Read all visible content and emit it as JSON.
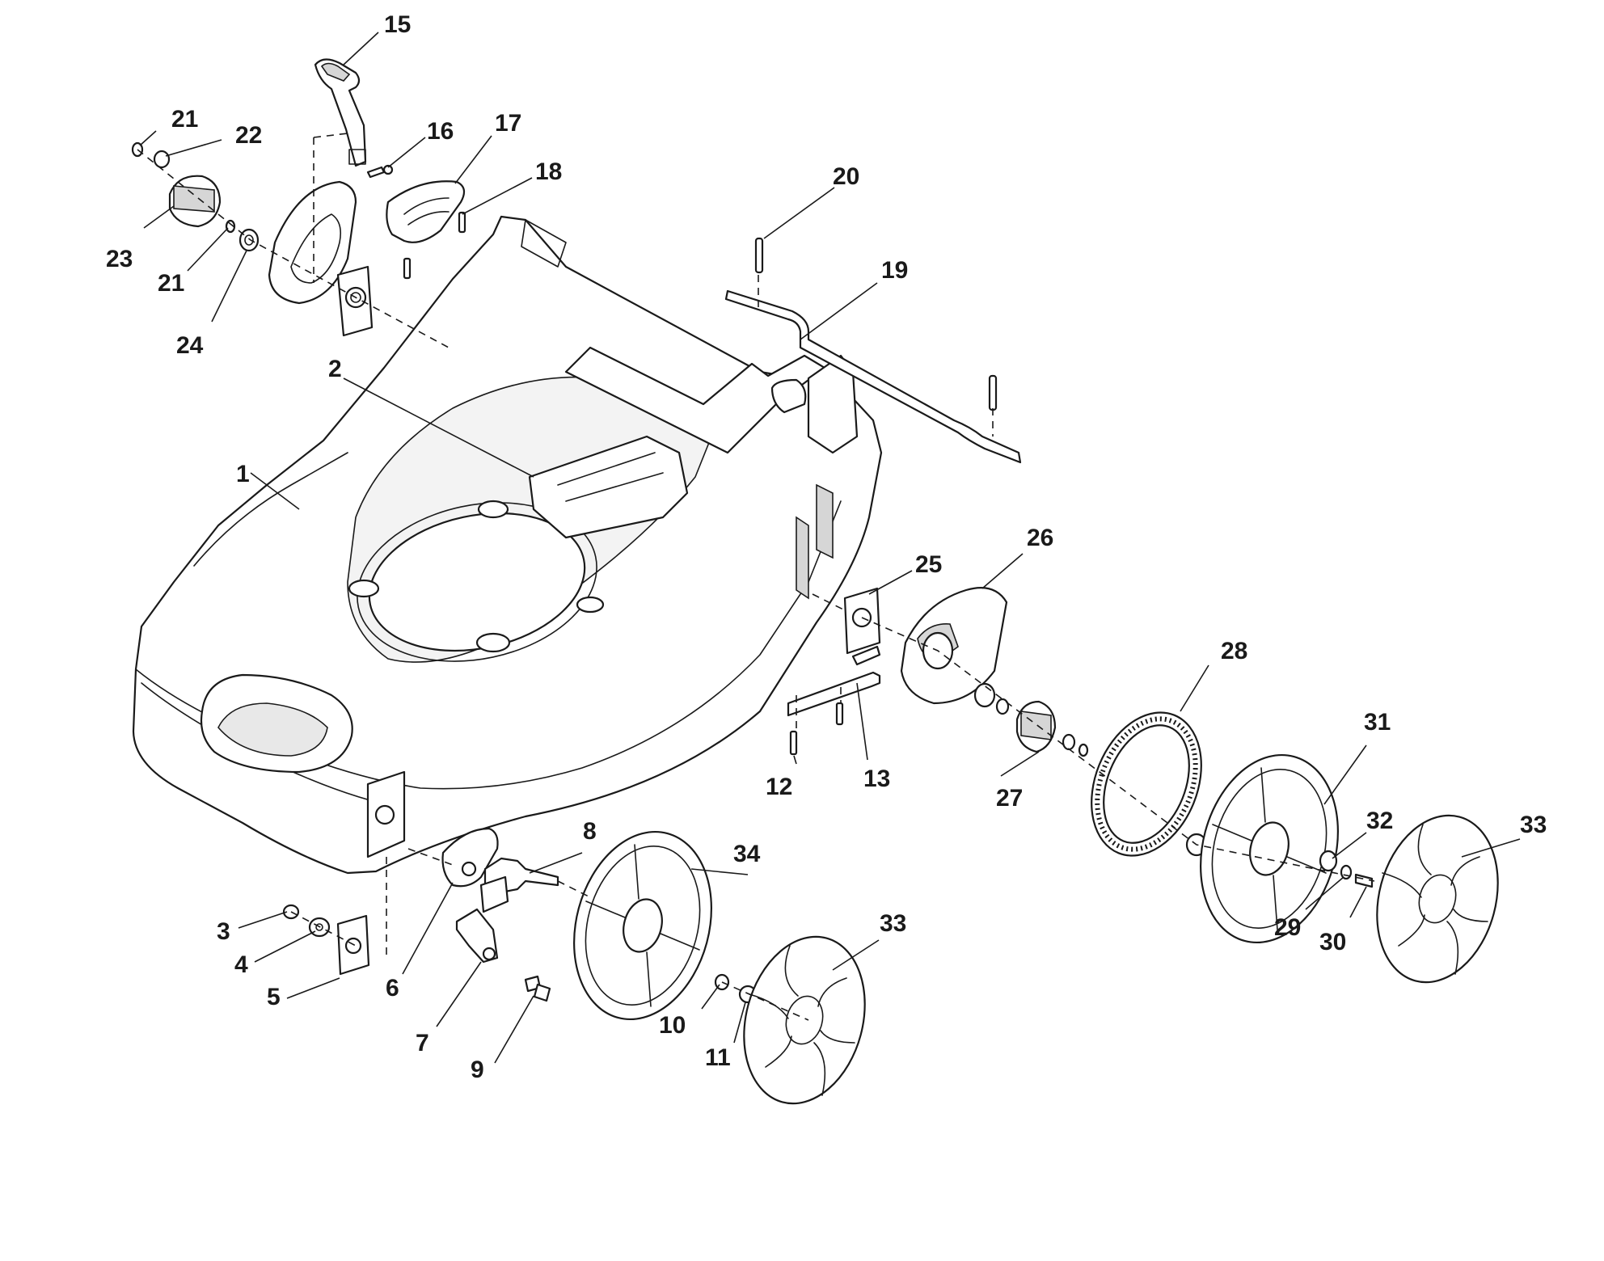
{
  "callouts": {
    "c1": "1",
    "c2": "2",
    "c3": "3",
    "c4": "4",
    "c5": "5",
    "c6": "6",
    "c7": "7",
    "c8": "8",
    "c9": "9",
    "c10": "10",
    "c11": "11",
    "c12": "12",
    "c13": "13",
    "c15": "15",
    "c16": "16",
    "c17": "17",
    "c18": "18",
    "c19": "19",
    "c20": "20",
    "c21a": "21",
    "c21b": "21",
    "c22": "22",
    "c23": "23",
    "c24": "24",
    "c25": "25",
    "c26": "26",
    "c27": "27",
    "c28": "28",
    "c29": "29",
    "c30": "30",
    "c31": "31",
    "c32": "32",
    "c33a": "33",
    "c33b": "33",
    "c34": "34"
  }
}
